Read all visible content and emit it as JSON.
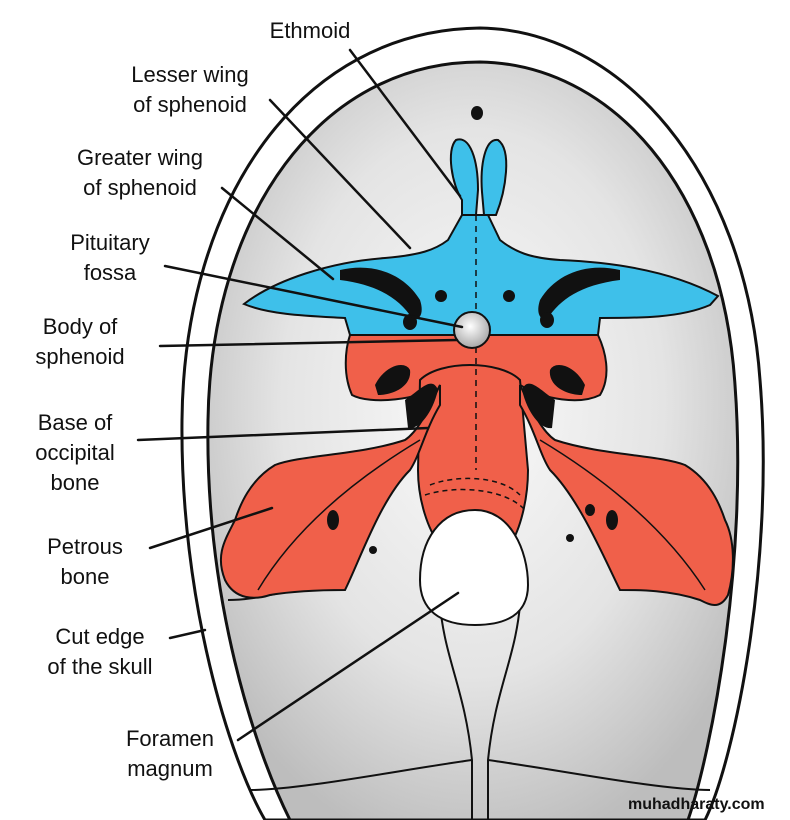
{
  "labels": {
    "ethmoid": [
      "Ethmoid"
    ],
    "lesser_wing": [
      "Lesser wing",
      "of sphenoid"
    ],
    "greater_wing": [
      "Greater wing",
      "of sphenoid"
    ],
    "pituitary": [
      "Pituitary",
      "fossa"
    ],
    "body_sphenoid": [
      "Body of",
      "sphenoid"
    ],
    "base_occipital": [
      "Base of",
      "occipital",
      "bone"
    ],
    "petrous": [
      "Petrous",
      "bone"
    ],
    "cut_edge": [
      "Cut edge",
      "of the skull"
    ],
    "foramen": [
      "Foramen",
      "magnum"
    ]
  },
  "watermark": "muhadharaty.com",
  "colors": {
    "sphenoid_blue": "#3ec0ea",
    "red_bone": "#f0604a",
    "skull_gray": "#cfcfcf",
    "outline": "#111111"
  }
}
